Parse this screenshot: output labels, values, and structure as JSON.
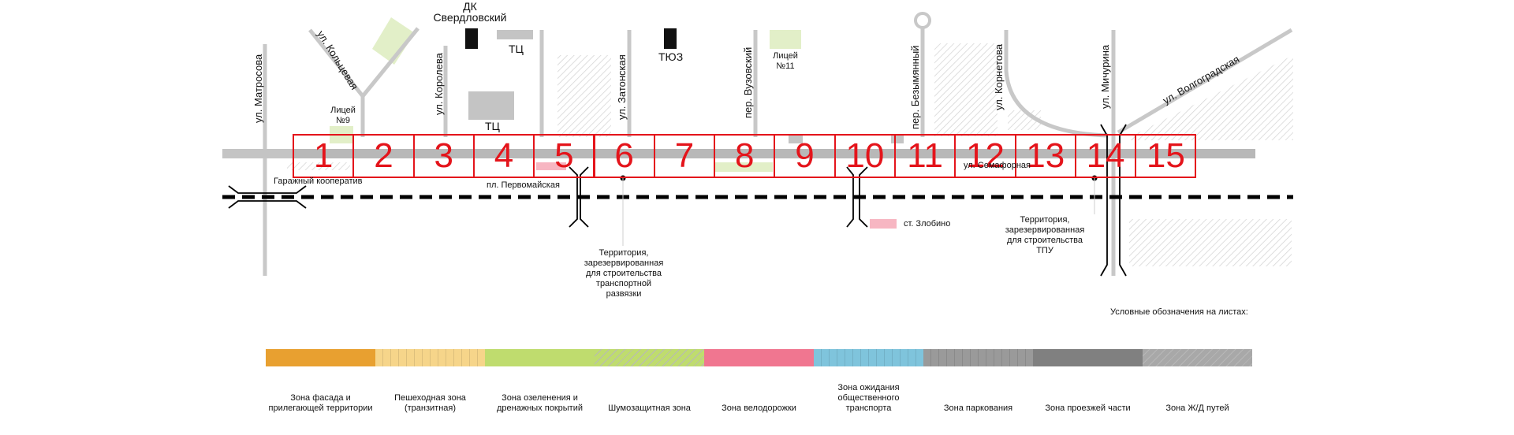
{
  "labels": {
    "matrosova": "ул. Матросова",
    "kolcevaya": "ул. Кольцевая",
    "koroleva": "ул. Королева",
    "zatonskaya": "ул. Затонская",
    "vuzovskiy": "пер. Вузовский",
    "bezymyanniy": "пер. Безымянный",
    "korneteva": "ул. Корнетова",
    "michurina": "ул. Мичурина",
    "volgogradskaya": "ул. Волгоградская",
    "dk_line1": "ДК",
    "dk_line2": "Свердловский",
    "tc_top": "ТЦ",
    "tc_mid": "ТЦ",
    "tyuz": "ТЮЗ",
    "liceum9_line1": "Лицей",
    "liceum9_line2": "№9",
    "liceum11_line1": "Лицей",
    "liceum11_line2": "№11",
    "garage": "Гаражный кооператив",
    "pervomayskaya": "пл. Первомайская",
    "semafornaya": "ул. Семафорная",
    "zlobino": "ст. Злобино",
    "reserve_left": "Территория,\nзарезервированная\nдля строительства\nтранспортной\nразвязки",
    "reserve_right": "Территория,\nзарезервированная\nдля строительства\nТПУ",
    "legend_title": "Условные обозначения на листах:"
  },
  "segments": [
    "1",
    "2",
    "3",
    "4",
    "5",
    "6",
    "7",
    "8",
    "9",
    "10",
    "11",
    "12",
    "13",
    "14",
    "15"
  ],
  "legend": [
    {
      "label": "Зона фасада и\nприлегающей территории",
      "color": "#e8a030",
      "pattern": "solid"
    },
    {
      "label": "Пешеходная зона\n(транзитная)",
      "color": "#f6d58a",
      "pattern": "brick"
    },
    {
      "label": "Зона озеленения и\nдренажных покрытий",
      "color": "#bfdc6e",
      "pattern": "solid"
    },
    {
      "label": "Шумозащитная зона",
      "color": "#bfdc6e",
      "pattern": "hatch"
    },
    {
      "label": "Зона велодорожки",
      "color": "#f07690",
      "pattern": "solid"
    },
    {
      "label": "Зона ожидания\nобщественного\nтранспорта",
      "color": "#7fc4dc",
      "pattern": "brick"
    },
    {
      "label": "Зона паркования",
      "color": "#9a9a9a",
      "pattern": "brick"
    },
    {
      "label": "Зона проезжей части",
      "color": "#808080",
      "pattern": "solid"
    },
    {
      "label": "Зона Ж/Д путей",
      "color": "#a8a8a8",
      "pattern": "hatch"
    }
  ],
  "colors": {
    "road": "#c8c8c8",
    "segment_red": "#e4141b",
    "green_zone": "#e2efc8",
    "pink_zone": "#f7b6c2",
    "building_dark": "#111111",
    "building_grey": "#c4c4c4"
  }
}
